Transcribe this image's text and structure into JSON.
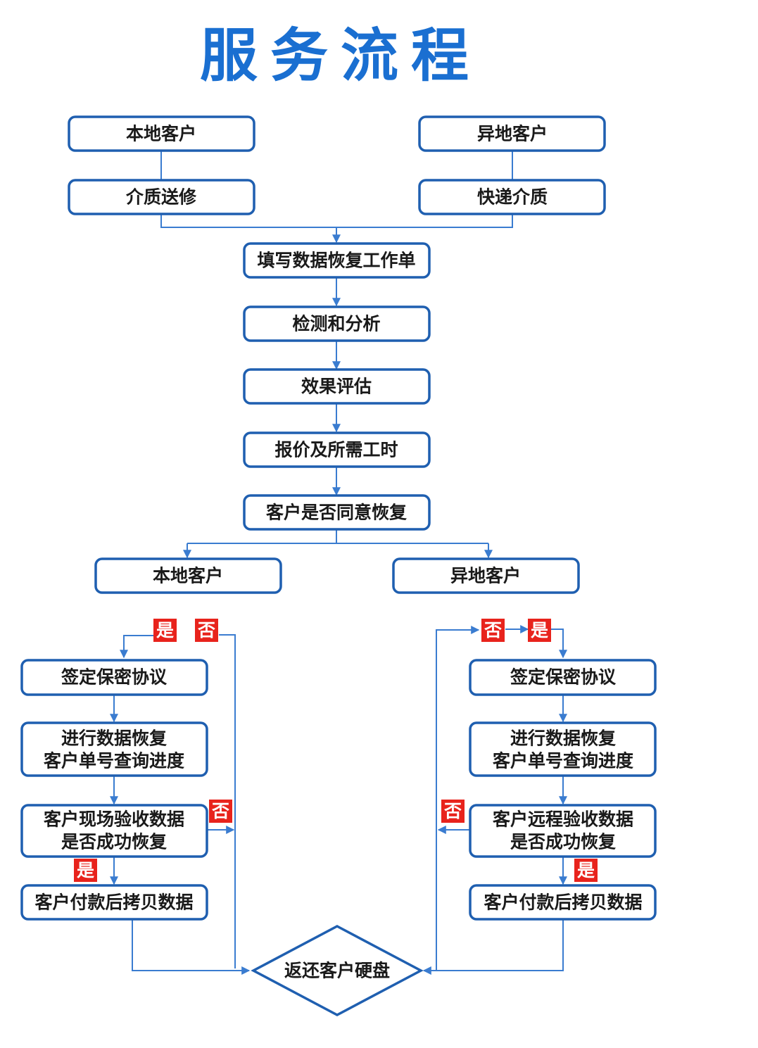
{
  "title": "服务流程",
  "nodes": {
    "local_top": "本地客户",
    "remote_top": "异地客户",
    "media_send": "介质送修",
    "courier_media": "快递介质",
    "fill_form": "填写数据恢复工作单",
    "detect": "检测和分析",
    "evaluate": "效果评估",
    "quote": "报价及所需工时",
    "agree": "客户是否同意恢复",
    "local_mid": "本地客户",
    "remote_mid": "异地客户",
    "sign_left": "签定保密协议",
    "sign_right": "签定保密协议",
    "recover_left_1": "进行数据恢复",
    "recover_left_2": "客户单号查询进度",
    "recover_right_1": "进行数据恢复",
    "recover_right_2": "客户单号查询进度",
    "verify_left_1": "客户现场验收数据",
    "verify_left_2": "是否成功恢复",
    "verify_right_1": "客户远程验收数据",
    "verify_right_2": "是否成功恢复",
    "pay_left": "客户付款后拷贝数据",
    "pay_right": "客户付款后拷贝数据",
    "return_disk": "返还客户硬盘"
  },
  "tags": {
    "yes": "是",
    "no": "否"
  },
  "colors": {
    "title": "#1a6fd1",
    "box_border": "#1f5fb0",
    "line": "#3a7cd0",
    "tag": "#e8231c"
  }
}
